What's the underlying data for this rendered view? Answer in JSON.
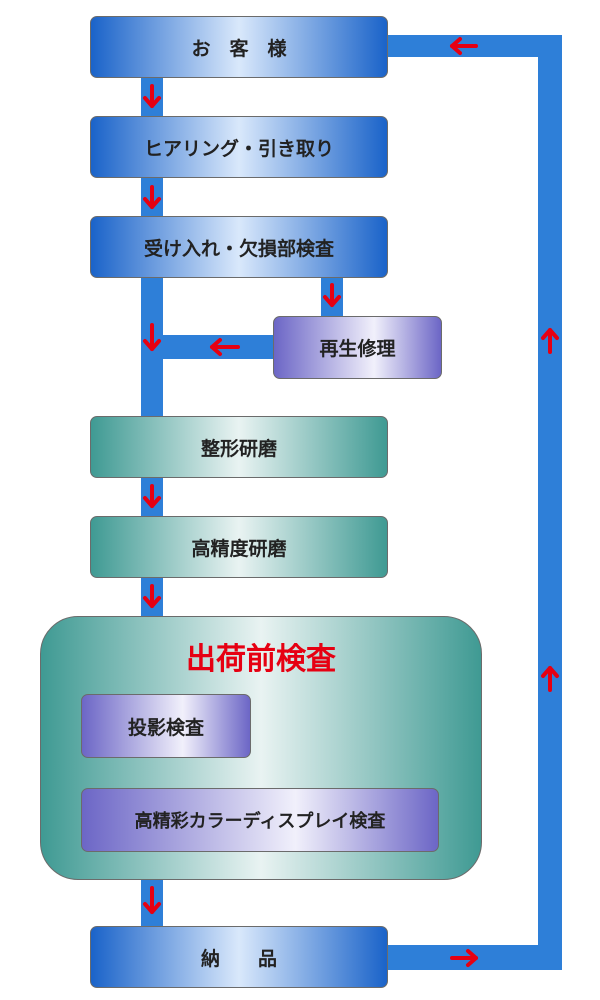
{
  "diagram": {
    "nodes": {
      "customer": "お　客　様",
      "hearing": "ヒアリング・引き取り",
      "intake": "受け入れ・欠損部検査",
      "repair": "再生修理",
      "shaping": "整形研磨",
      "precision": "高精度研磨",
      "preship_title": "出荷前検査",
      "projection": "投影検査",
      "display": "高精彩カラーディスプレイ検査",
      "delivery": "納　　品"
    },
    "colors": {
      "connector": "#2e7fd8",
      "arrow": "#e60012",
      "title": "#e60012"
    }
  }
}
